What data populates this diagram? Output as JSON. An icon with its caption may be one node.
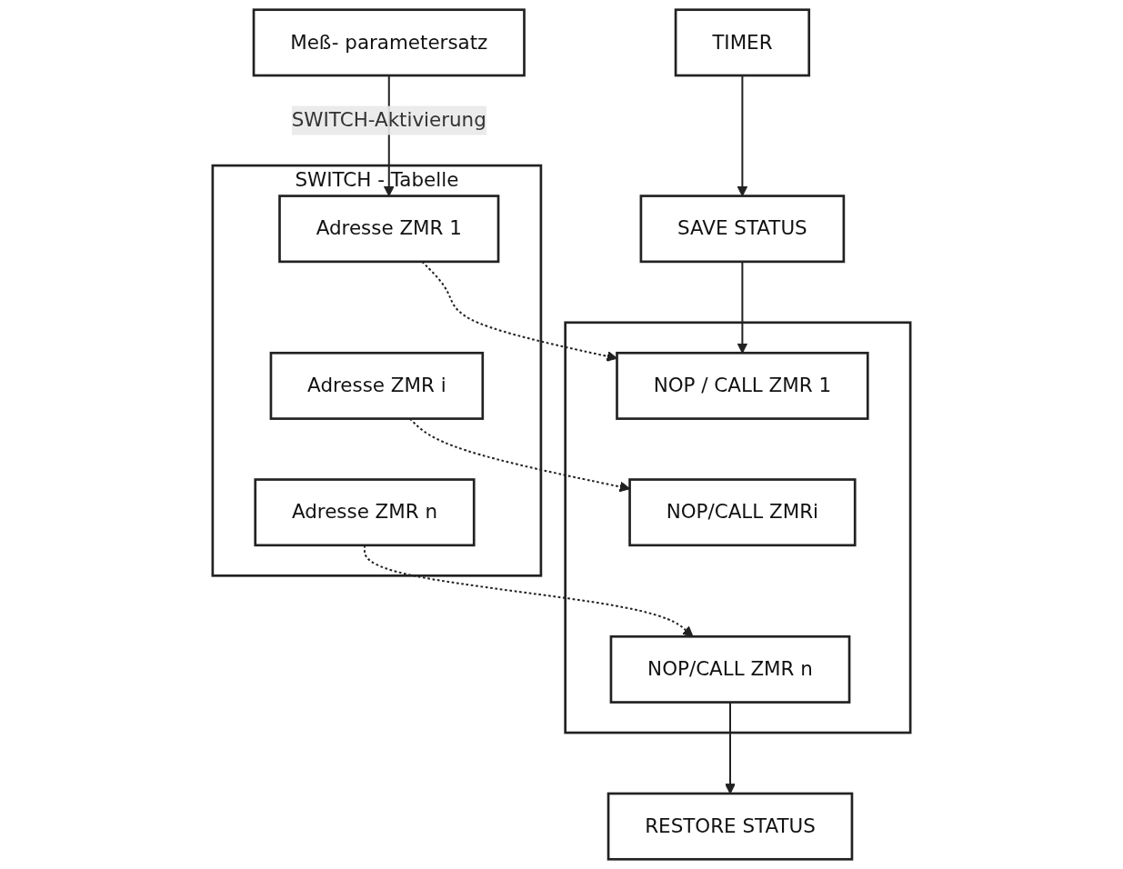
{
  "diagram": {
    "nodes": [
      {
        "text": [
          "TIMER"
        ]
      },
      {
        "text": [
          "Meß- parametersatz"
        ]
      },
      {
        "text": [
          "SAVE STATUS"
        ]
      },
      {
        "text": [],
        "shape": "box"
      },
      {
        "text": [
          "NOP / CALL ZMR 1"
        ],
        "in": 3
      },
      {
        "text": [
          "NOP/CALL ZMRi"
        ],
        "in": 3
      },
      {
        "text": [
          "NOP/CALL ZMR n"
        ],
        "in": 3
      },
      {
        "text": [],
        "shape": "box",
        "beside": [
          "SWITCH - Tabelle"
        ]
      },
      {
        "text": [
          "Adresse ZMR 1"
        ],
        "in": 7
      },
      {
        "text": [
          "Adresse ZMR i"
        ],
        "in": 7
      },
      {
        "text": [
          "Adresse ZMR n"
        ],
        "in": 7
      },
      {
        "text": [
          "RESTORE STATUS"
        ]
      }
    ],
    "edges": [
      {
        "from": 0,
        "to": 2,
        "arrow": "to"
      },
      {
        "from": 2,
        "to": 4,
        "arrow": "to"
      },
      {
        "from": 1,
        "to": 8,
        "arrow": "to",
        "label": "SWITCH-Aktivierung"
      },
      {
        "from": 8,
        "to": 4,
        "arrow": "to",
        "style": "dashed"
      },
      {
        "from": 9,
        "to": 5,
        "arrow": "to",
        "style": "dashed"
      },
      {
        "from": 10,
        "to": 6,
        "arrow": "to",
        "style": "dashed"
      },
      {
        "from": 6,
        "to": 11,
        "arrow": "to"
      }
    ]
  }
}
